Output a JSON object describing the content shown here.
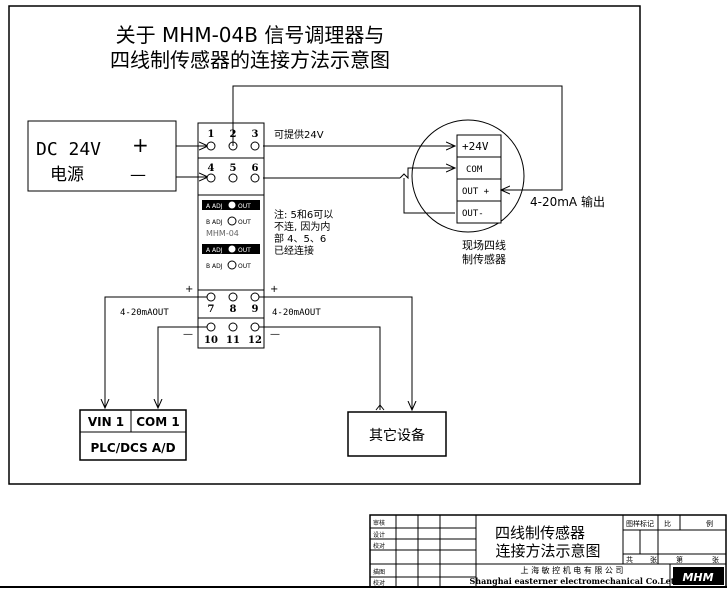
{
  "title": {
    "line1": "关于 MHM-04B 信号调理器与",
    "line2": "四线制传感器的连接方法示意图"
  },
  "power": {
    "label": "DC 24V",
    "sublabel": "电源",
    "plus": "+",
    "minus": "—"
  },
  "terminals": {
    "top_row1": [
      "1",
      "2",
      "3"
    ],
    "top_row2": [
      "4",
      "5",
      "6"
    ],
    "bottom_row1": [
      "7",
      "8",
      "9"
    ],
    "bottom_row2": [
      "10",
      "11",
      "12"
    ]
  },
  "module_panel": {
    "adj_out_1": "A ADJ",
    "out_1": "OUT",
    "mid_1": "B ADJ",
    "mid_1_out": "OUT",
    "model": "MHM-04",
    "adj_out_2": "A ADJ",
    "out_2": "OUT",
    "mid_2": "B ADJ",
    "mid_2_out": "OUT"
  },
  "annotations": {
    "supply_24v": "可提供24V",
    "note_line1": "注: 5和6可以",
    "note_line2": "不连, 因为内",
    "note_line3": "部 4、5、6",
    "note_line4": "已经连接",
    "out_left": "4-20mAOUT",
    "out_right": "4-20mAOUT",
    "plus_left": "+",
    "plus_right": "+",
    "minus_left": "—",
    "minus_right": "—",
    "sensor_output": "4-20mA 输出"
  },
  "sensor": {
    "pins": [
      "+24V",
      "COM",
      "OUT +",
      "OUT-"
    ],
    "label_line1": "现场四线",
    "label_line2": "制传感器"
  },
  "plc": {
    "vin": "VIN 1",
    "com": "COM 1",
    "name": "PLC/DCS A/D"
  },
  "other_device": {
    "label": "其它设备"
  },
  "title_block": {
    "drawing_title_1": "四线制传感器",
    "drawing_title_2": "连接方法示意图",
    "row_labels": [
      "审核",
      "设计",
      "校对",
      "描图",
      "校对"
    ],
    "col_headers": [
      "图样标记",
      "比",
      "例"
    ],
    "count_labels": [
      "共",
      "张",
      "第",
      "张"
    ],
    "company_cn": "上 海 敏 控 机 电 有 限 公 司",
    "company_en": "Shanghai easterner electromechanical Co.Let",
    "logo": "MHM"
  }
}
